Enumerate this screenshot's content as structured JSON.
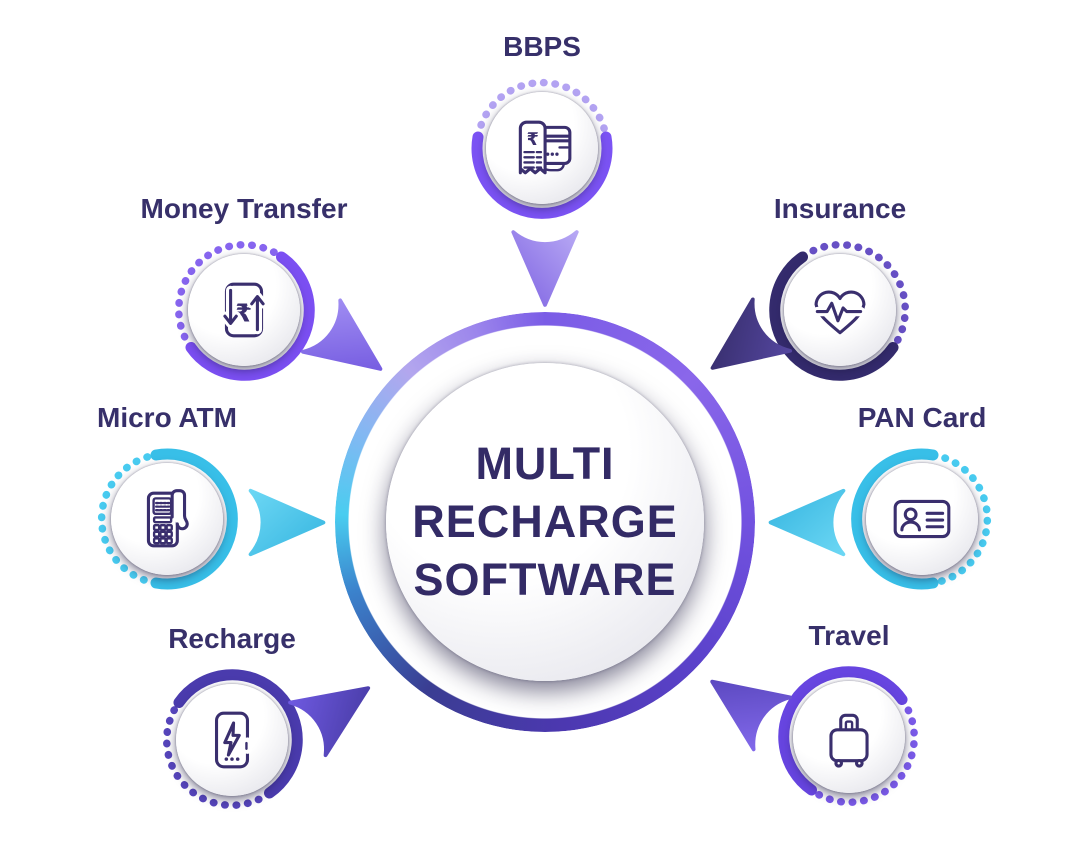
{
  "diagram_title": "MULTI RECHARGE SOFTWARE",
  "center": {
    "lines": [
      "MULTI",
      "RECHARGE",
      "SOFTWARE"
    ]
  },
  "satellites": [
    {
      "id": "bbps",
      "label": "BBPS",
      "icon": "bill-receipt-and-card-icon",
      "position": "top",
      "dots_color": "#b3a3f2",
      "arc_color": "#7b53f4",
      "arrow_from": "#b7a8f4",
      "arrow_to": "#7e63e2"
    },
    {
      "id": "money-transfer",
      "label": "Money Transfer",
      "icon": "rupee-transfer-icon",
      "position": "top-left",
      "dots_color": "#8765ef",
      "arc_color": "#7b4ff2",
      "arrow_from": "#9f8cf2",
      "arrow_to": "#6a4fdc"
    },
    {
      "id": "insurance",
      "label": "Insurance",
      "icon": "heart-pulse-icon",
      "position": "top-right",
      "dots_color": "#6750c5",
      "arc_color": "#342b6d",
      "arrow_from": "#54469f",
      "arrow_to": "#322a64"
    },
    {
      "id": "micro-atm",
      "label": "Micro ATM",
      "icon": "pos-terminal-icon",
      "position": "left",
      "dots_color": "#48cbf0",
      "arc_color": "#38bfe8",
      "arrow_from": "#6cd7f4",
      "arrow_to": "#35b5e0"
    },
    {
      "id": "pan-card",
      "label": "PAN Card",
      "icon": "id-card-icon",
      "position": "right",
      "dots_color": "#48cbf0",
      "arc_color": "#38bfe8",
      "arrow_from": "#6cd7f4",
      "arrow_to": "#35b5e0"
    },
    {
      "id": "recharge",
      "label": "Recharge",
      "icon": "phone-lightning-icon",
      "position": "bottom-left",
      "dots_color": "#5645bb",
      "arc_color": "#4a3bad",
      "arrow_from": "#6e59e0",
      "arrow_to": "#42379c"
    },
    {
      "id": "travel",
      "label": "Travel",
      "icon": "suitcase-icon",
      "position": "bottom-right",
      "dots_color": "#7a5ae8",
      "arc_color": "#6745e0",
      "arrow_from": "#8168ea",
      "arrow_to": "#5140b4"
    }
  ],
  "colors": {
    "bg": "#ffffff",
    "title": "#332b66",
    "label": "#37306a",
    "icon-stroke": "#3a2f6e",
    "ring-top": "#7a5ce6",
    "ring-right": "#7252e0",
    "ring-bottom": "#4c38b0",
    "ring-left": "#49cdf0",
    "ring-topleft": "#b3a6ee",
    "ring-bottomleft": "#3a3d92"
  }
}
